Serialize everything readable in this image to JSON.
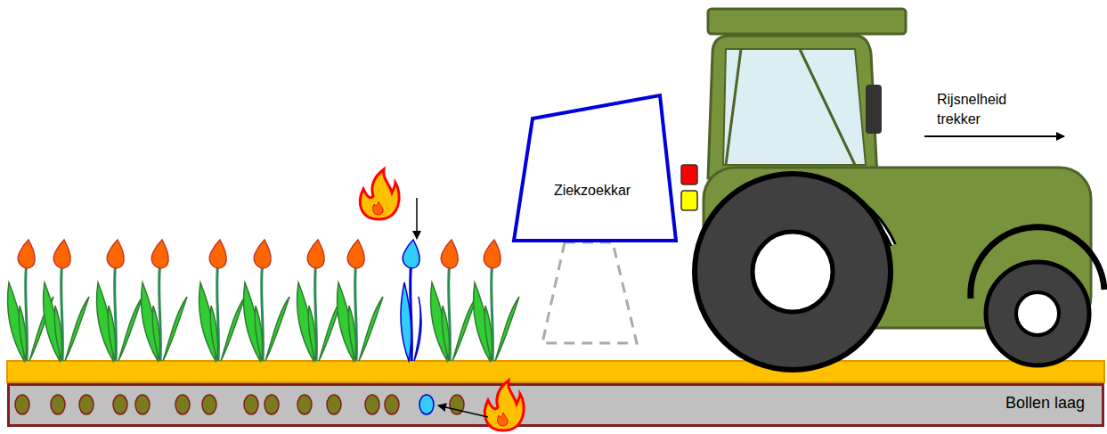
{
  "diagram": {
    "nodes": [
      {
        "text": [
          "Ziekzoekkar"
        ]
      },
      {
        "text": [
          "Bollen laag"
        ]
      }
    ],
    "labels": [
      "Rijsnelheid trekker"
    ]
  }
}
